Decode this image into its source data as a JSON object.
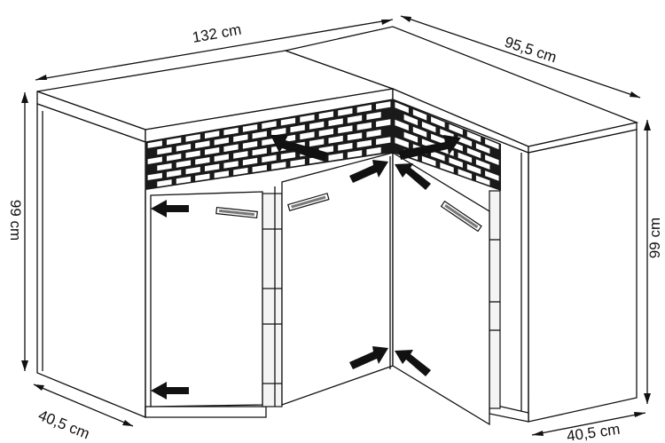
{
  "dimensions": {
    "width_left": "132 cm",
    "width_right": "95,5 cm",
    "height_left": "99 cm",
    "height_right": "99 cm",
    "depth_left": "40,5 cm",
    "depth_right": "40,5 cm"
  },
  "colors": {
    "stroke": "#111111",
    "panel": "#ffffff",
    "shade": "#f4f4f4",
    "arrow": "#111111"
  },
  "icons": [
    "arrow-icon",
    "door-handle-icon"
  ]
}
